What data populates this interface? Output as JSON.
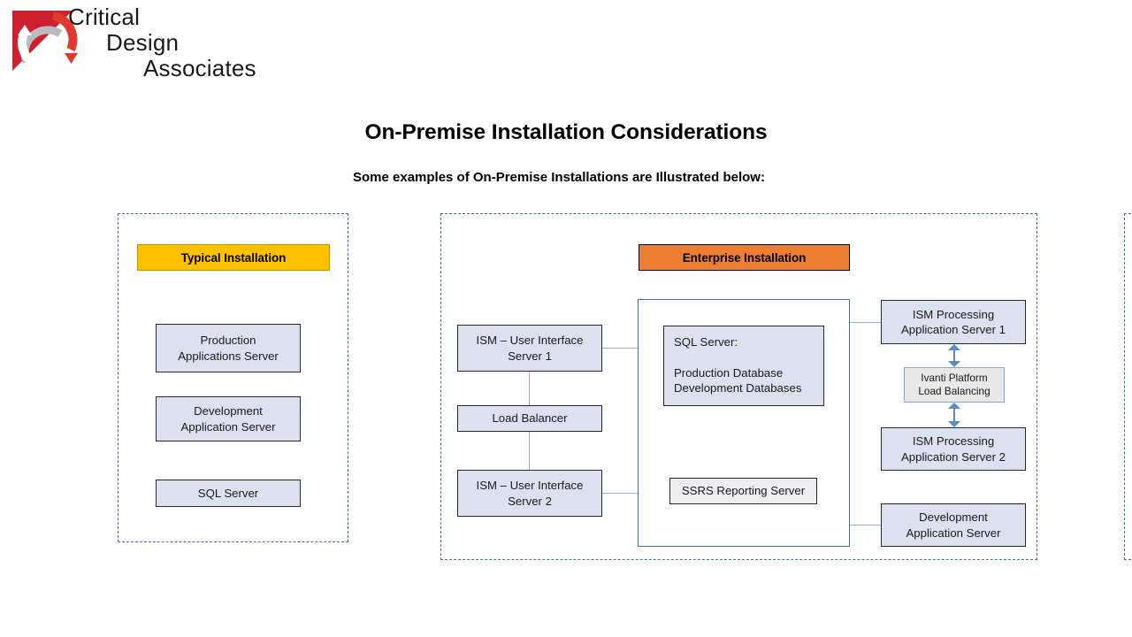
{
  "logo": {
    "mark": "critical-design-associates-logo-mark",
    "lines": [
      "Critical",
      "Design",
      "Associates"
    ]
  },
  "heading": {
    "title": "On-Premise Installation Considerations",
    "subtitle": "Some examples of On-Premise Installations are Illustrated below:"
  },
  "colors": {
    "typical_header_fill": "#ffc000",
    "typical_header_border": "#bf9000",
    "enterprise_header_fill": "#ed7d31",
    "enterprise_header_border": "#000000",
    "node_fill": "#dce1f0",
    "node_border": "#262626",
    "ivanti_fill": "#e8e8e8",
    "ivanti_border": "#8aa4cd",
    "panel_dashed_border": "#4a6ab0",
    "container_border": "#41719c",
    "connector": "#9aaecb",
    "arrow": "#5b8ac6"
  },
  "panels": {
    "typical": {
      "header": "Typical Installation",
      "nodes": [
        {
          "id": "production-applications-server",
          "label": "Production\nApplications Server"
        },
        {
          "id": "development-application-server",
          "label": "Development\nApplication Server"
        },
        {
          "id": "sql-server",
          "label": "SQL Server"
        }
      ]
    },
    "enterprise": {
      "header": "Enterprise Installation",
      "left_column": [
        {
          "id": "ism-user-interface-server-1",
          "label": "ISM – User Interface\nServer 1"
        },
        {
          "id": "load-balancer",
          "label": "Load Balancer"
        },
        {
          "id": "ism-user-interface-server-2",
          "label": "ISM – User Interface\nServer 2"
        }
      ],
      "database_container": {
        "sql_server": "SQL Server:\n\nProduction Database\nDevelopment Databases",
        "ssrs": "SSRS Reporting Server"
      },
      "right_column": [
        {
          "id": "ism-processing-application-server-1",
          "label": "ISM Processing\nApplication Server 1"
        },
        {
          "id": "ivanti-platform-load-balancing",
          "label": "Ivanti Platform\nLoad Balancing"
        },
        {
          "id": "ism-processing-application-server-2",
          "label": "ISM Processing\nApplication Server 2"
        },
        {
          "id": "development-application-server",
          "label": "Development\nApplication Server"
        }
      ]
    },
    "cloud_partial": {
      "note": "third panel cropped at right edge of slide"
    }
  }
}
